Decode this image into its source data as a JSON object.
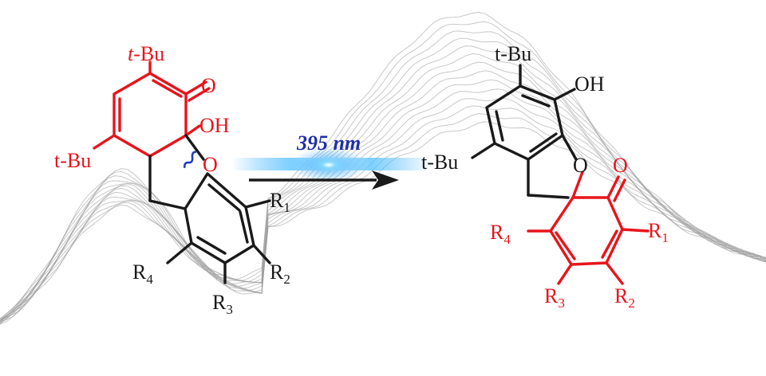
{
  "colors": {
    "reactant_highlight": "#e8141b",
    "bond": "#1a1a1a",
    "cleavage_mark": "#1f3fbf",
    "light_label": "#1f2fa8",
    "light_glow": "#2aa8ff",
    "background_curves": "#9a9a9a"
  },
  "reaction": {
    "light_label": "395 nm"
  },
  "reactant": {
    "tbu_top": "t-Bu",
    "tbu_left": "t-Bu",
    "carbonyl_o": "O",
    "hydroxyl": "OH",
    "ether_o": "O",
    "r1": "R",
    "r1_sub": "1",
    "r2": "R",
    "r2_sub": "2",
    "r3": "R",
    "r3_sub": "3",
    "r4": "R",
    "r4_sub": "4"
  },
  "product": {
    "tbu_top": "t-Bu",
    "tbu_left": "t-Bu",
    "hydroxyl": "OH",
    "ring_o": "O",
    "carbonyl_o": "O",
    "r1": "R",
    "r1_sub": "1",
    "r2": "R",
    "r2_sub": "2",
    "r3": "R",
    "r3_sub": "3",
    "r4": "R",
    "r4_sub": "4"
  },
  "icons": {
    "arrow": "reaction-arrow-icon",
    "wavy_bond": "bond-cleavage-icon",
    "glow": "light-beam-icon"
  }
}
